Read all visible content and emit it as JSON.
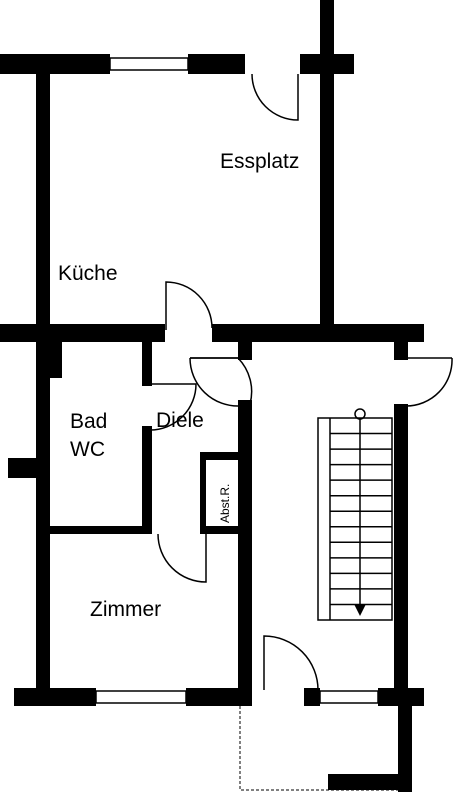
{
  "rooms": {
    "essplatz": "Essplatz",
    "kueche": "Küche",
    "bad_line1": "Bad",
    "bad_line2": "WC",
    "diele": "Diele",
    "abstellraum": "Abst.R.",
    "zimmer": "Zimmer"
  },
  "colors": {
    "wall": "#000000",
    "background": "#ffffff"
  }
}
